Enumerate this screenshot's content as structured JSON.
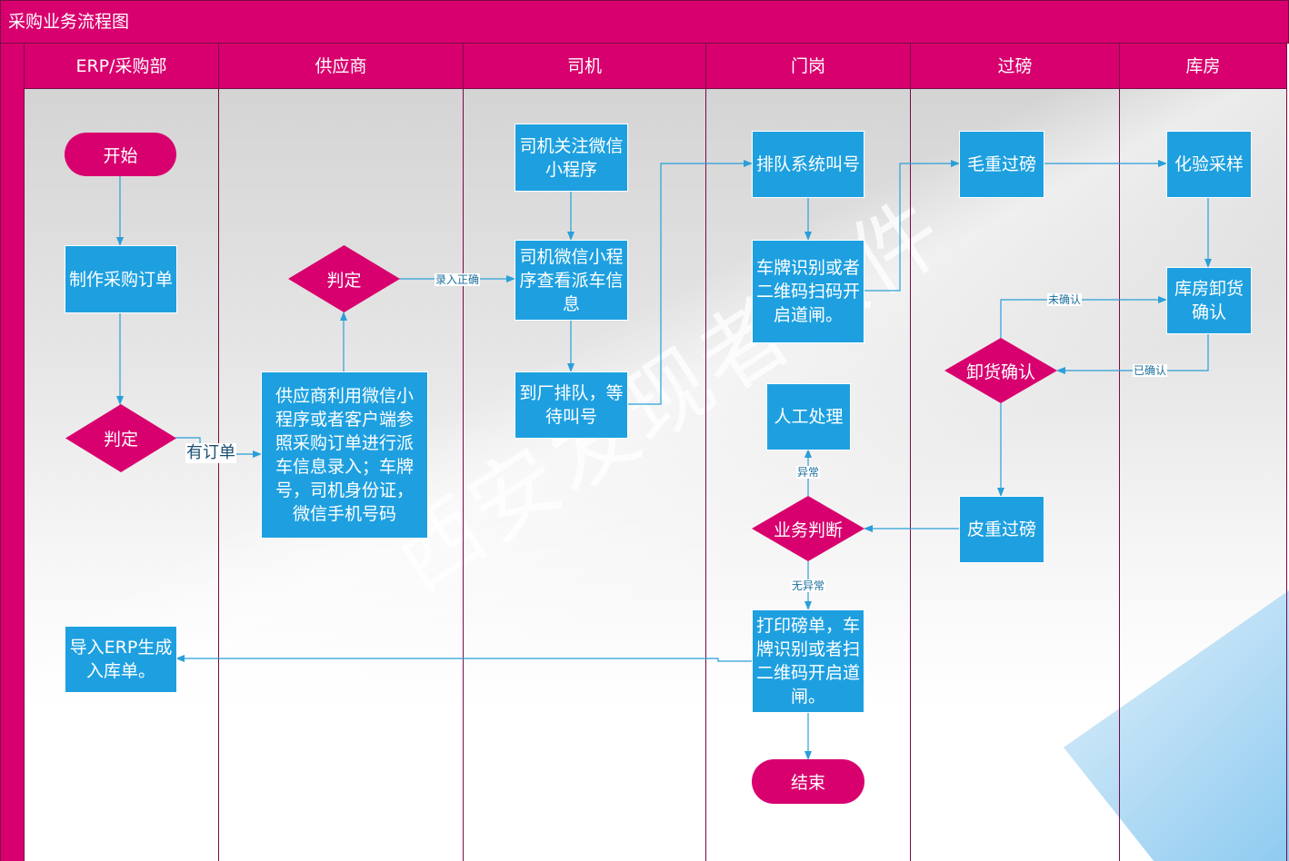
{
  "title": "采购业务流程图",
  "lanes": [
    "ERP/采购部",
    "供应商",
    "司机",
    "门岗",
    "过磅",
    "库房"
  ],
  "watermark": "西安发现者软件",
  "nodes": {
    "start": "开始",
    "make_order": "制作采购订单",
    "decide1": "判定",
    "supplier_entry": "供应商利用微信小程序或者客户端参照采购订单进行派车信息录入；车牌号，司机身份证，微信手机号码",
    "decide2": "判定",
    "driver_follow": "司机关注微信小程序",
    "driver_view": "司机微信小程序查看派车信息",
    "driver_queue": "到厂排队，等待叫号",
    "queue_call": "排队系统叫号",
    "gate_open": "车牌识别或者二维码扫码开启道闸。",
    "manual": "人工处理",
    "biz_judge": "业务判断",
    "print": "打印磅单，车牌识别或者扫二维码开启道闸。",
    "end": "结束",
    "import_erp": "导入ERP生成入库单。",
    "gross": "毛重过磅",
    "tare": "皮重过磅",
    "unload_confirm": "卸货确认",
    "sampling": "化验采样",
    "wh_unload": "库房卸货确认"
  },
  "edge_labels": {
    "has_order": "有订单",
    "entry_ok": "录入正确",
    "unconfirmed": "未确认",
    "confirmed": "已确认",
    "abnormal": "异常",
    "normal": "无异常"
  },
  "colors": {
    "lane": "#d8006e",
    "process": "#1ea0e0",
    "line": "#2a9fd8"
  }
}
